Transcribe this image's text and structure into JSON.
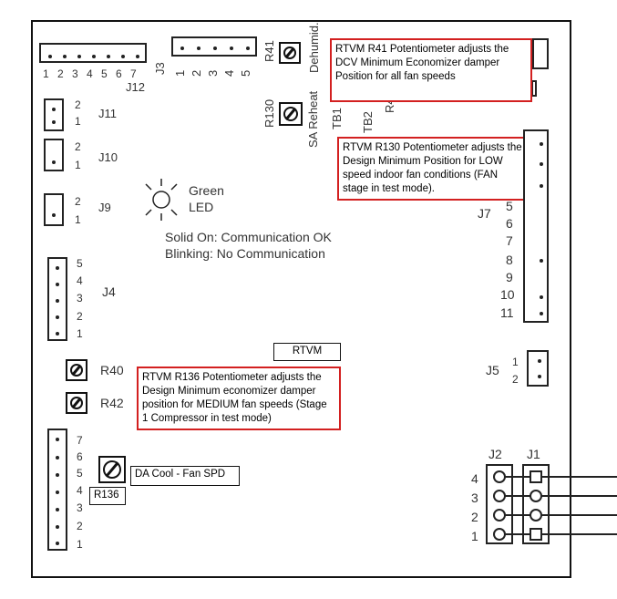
{
  "connectors": {
    "j12": {
      "label": "J12",
      "pins": [
        "1",
        "2",
        "3",
        "4",
        "5",
        "6",
        "7"
      ]
    },
    "j3": {
      "label": "J3",
      "pins": [
        "1",
        "2",
        "3",
        "4",
        "5"
      ]
    },
    "j11": {
      "label": "J11",
      "pins": [
        "2",
        "1"
      ]
    },
    "j10": {
      "label": "J10",
      "pins": [
        "2",
        "1"
      ]
    },
    "j9": {
      "label": "J9",
      "pins": [
        "2",
        "1"
      ]
    },
    "j4": {
      "label": "J4",
      "pins": [
        "5",
        "4",
        "3",
        "2",
        "1"
      ]
    },
    "j7": {
      "label": "J7",
      "pins": [
        "5",
        "6",
        "7",
        "8",
        "9",
        "10",
        "11"
      ]
    },
    "j5": {
      "label": "J5",
      "pins": [
        "1",
        "2"
      ]
    },
    "j2": {
      "label": "J2"
    },
    "j1": {
      "label": "J1"
    },
    "j1j2_pins": [
      "4",
      "3",
      "2",
      "1"
    ],
    "bottom_left_pins": [
      "7",
      "6",
      "5",
      "4",
      "3",
      "2",
      "1"
    ]
  },
  "top_labels": {
    "r41": "R41",
    "dehumid": "Dehumid.",
    "r130": "R130",
    "sa_reheat": "SA Reheat",
    "tb1": "TB1",
    "tb2": "TB2",
    "r4": "R4"
  },
  "led": {
    "label_line1": "Green",
    "label_line2": "LED",
    "status_line1": "Solid On: Communication OK",
    "status_line2": "Blinking: No Communication"
  },
  "pots": {
    "r40": "R40",
    "r42": "R42"
  },
  "boxes": {
    "rtvm": "RTVM",
    "da_cool": "DA Cool - Fan SPD",
    "r136": "R136"
  },
  "callouts": {
    "r41": "RTVM R41 Potentiometer adjusts the DCV Minimum Economizer damper Position for all fan speeds",
    "r130": "RTVM R130 Potentiometer adjusts the Design Minimum Position for LOW speed indoor fan conditions (FAN stage in test mode).",
    "r136": "RTVM R136 Potentiometer adjusts the Design Minimum economizer damper position for MEDIUM fan speeds (Stage 1 Compressor in test mode)"
  },
  "colors": {
    "callout_border": "#d32020",
    "board_line": "#111111"
  }
}
